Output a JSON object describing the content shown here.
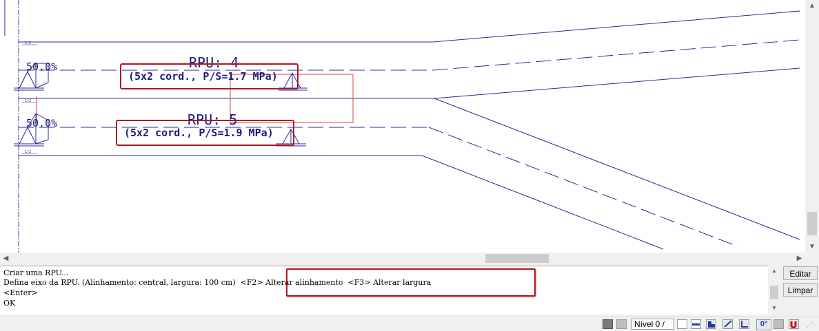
{
  "drawing": {
    "rpu_4": {
      "title": "RPU: 4",
      "spec": "(5x2 cord., P/S=1.7 MPa)",
      "percent": "50.0%"
    },
    "rpu_5": {
      "title": "RPU: 5",
      "spec": "(5x2 cord., P/S=1.9 MPa)",
      "percent": "50.0%"
    },
    "marker_label": "1/2",
    "colors": {
      "line": "#2a2a9a",
      "highlight": "#e04040",
      "annotation": "#b0161c"
    }
  },
  "console": {
    "lines": [
      "Criar uma RPU...",
      "Defina eixo da RPU. (Alinhamento: central, largura: 100 cm)  <F2> Alterar alinhamento  <F3> Alterar largura",
      "<Enter>",
      "OK"
    ]
  },
  "buttons": {
    "edit": "Editar",
    "clear": "Limpar"
  },
  "statusbar": {
    "level_label": "Nível 0 /",
    "angle": "0°"
  }
}
